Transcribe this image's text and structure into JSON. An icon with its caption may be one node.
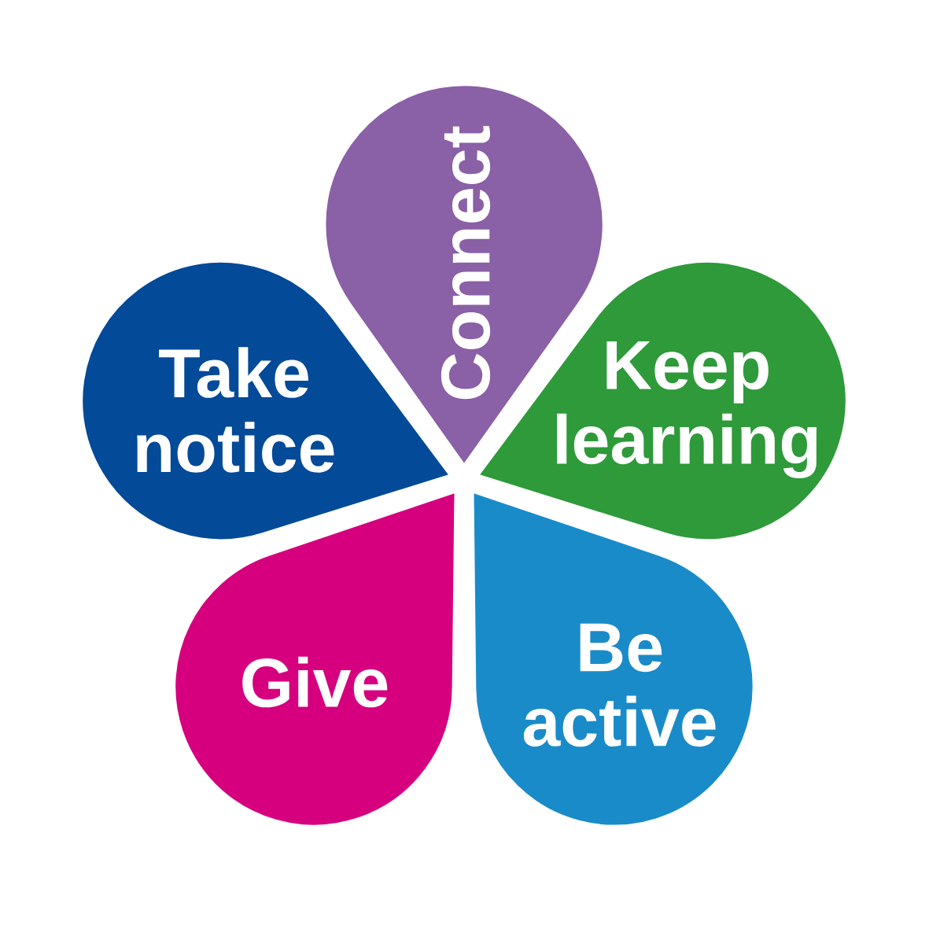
{
  "diagram": {
    "nodes": [
      {
        "text": [
          "Connect"
        ]
      },
      {
        "text": [
          "Keep learning"
        ]
      },
      {
        "text": [
          "Be active"
        ]
      },
      {
        "text": [
          "Give"
        ]
      },
      {
        "text": [
          "Take notice"
        ]
      }
    ]
  }
}
